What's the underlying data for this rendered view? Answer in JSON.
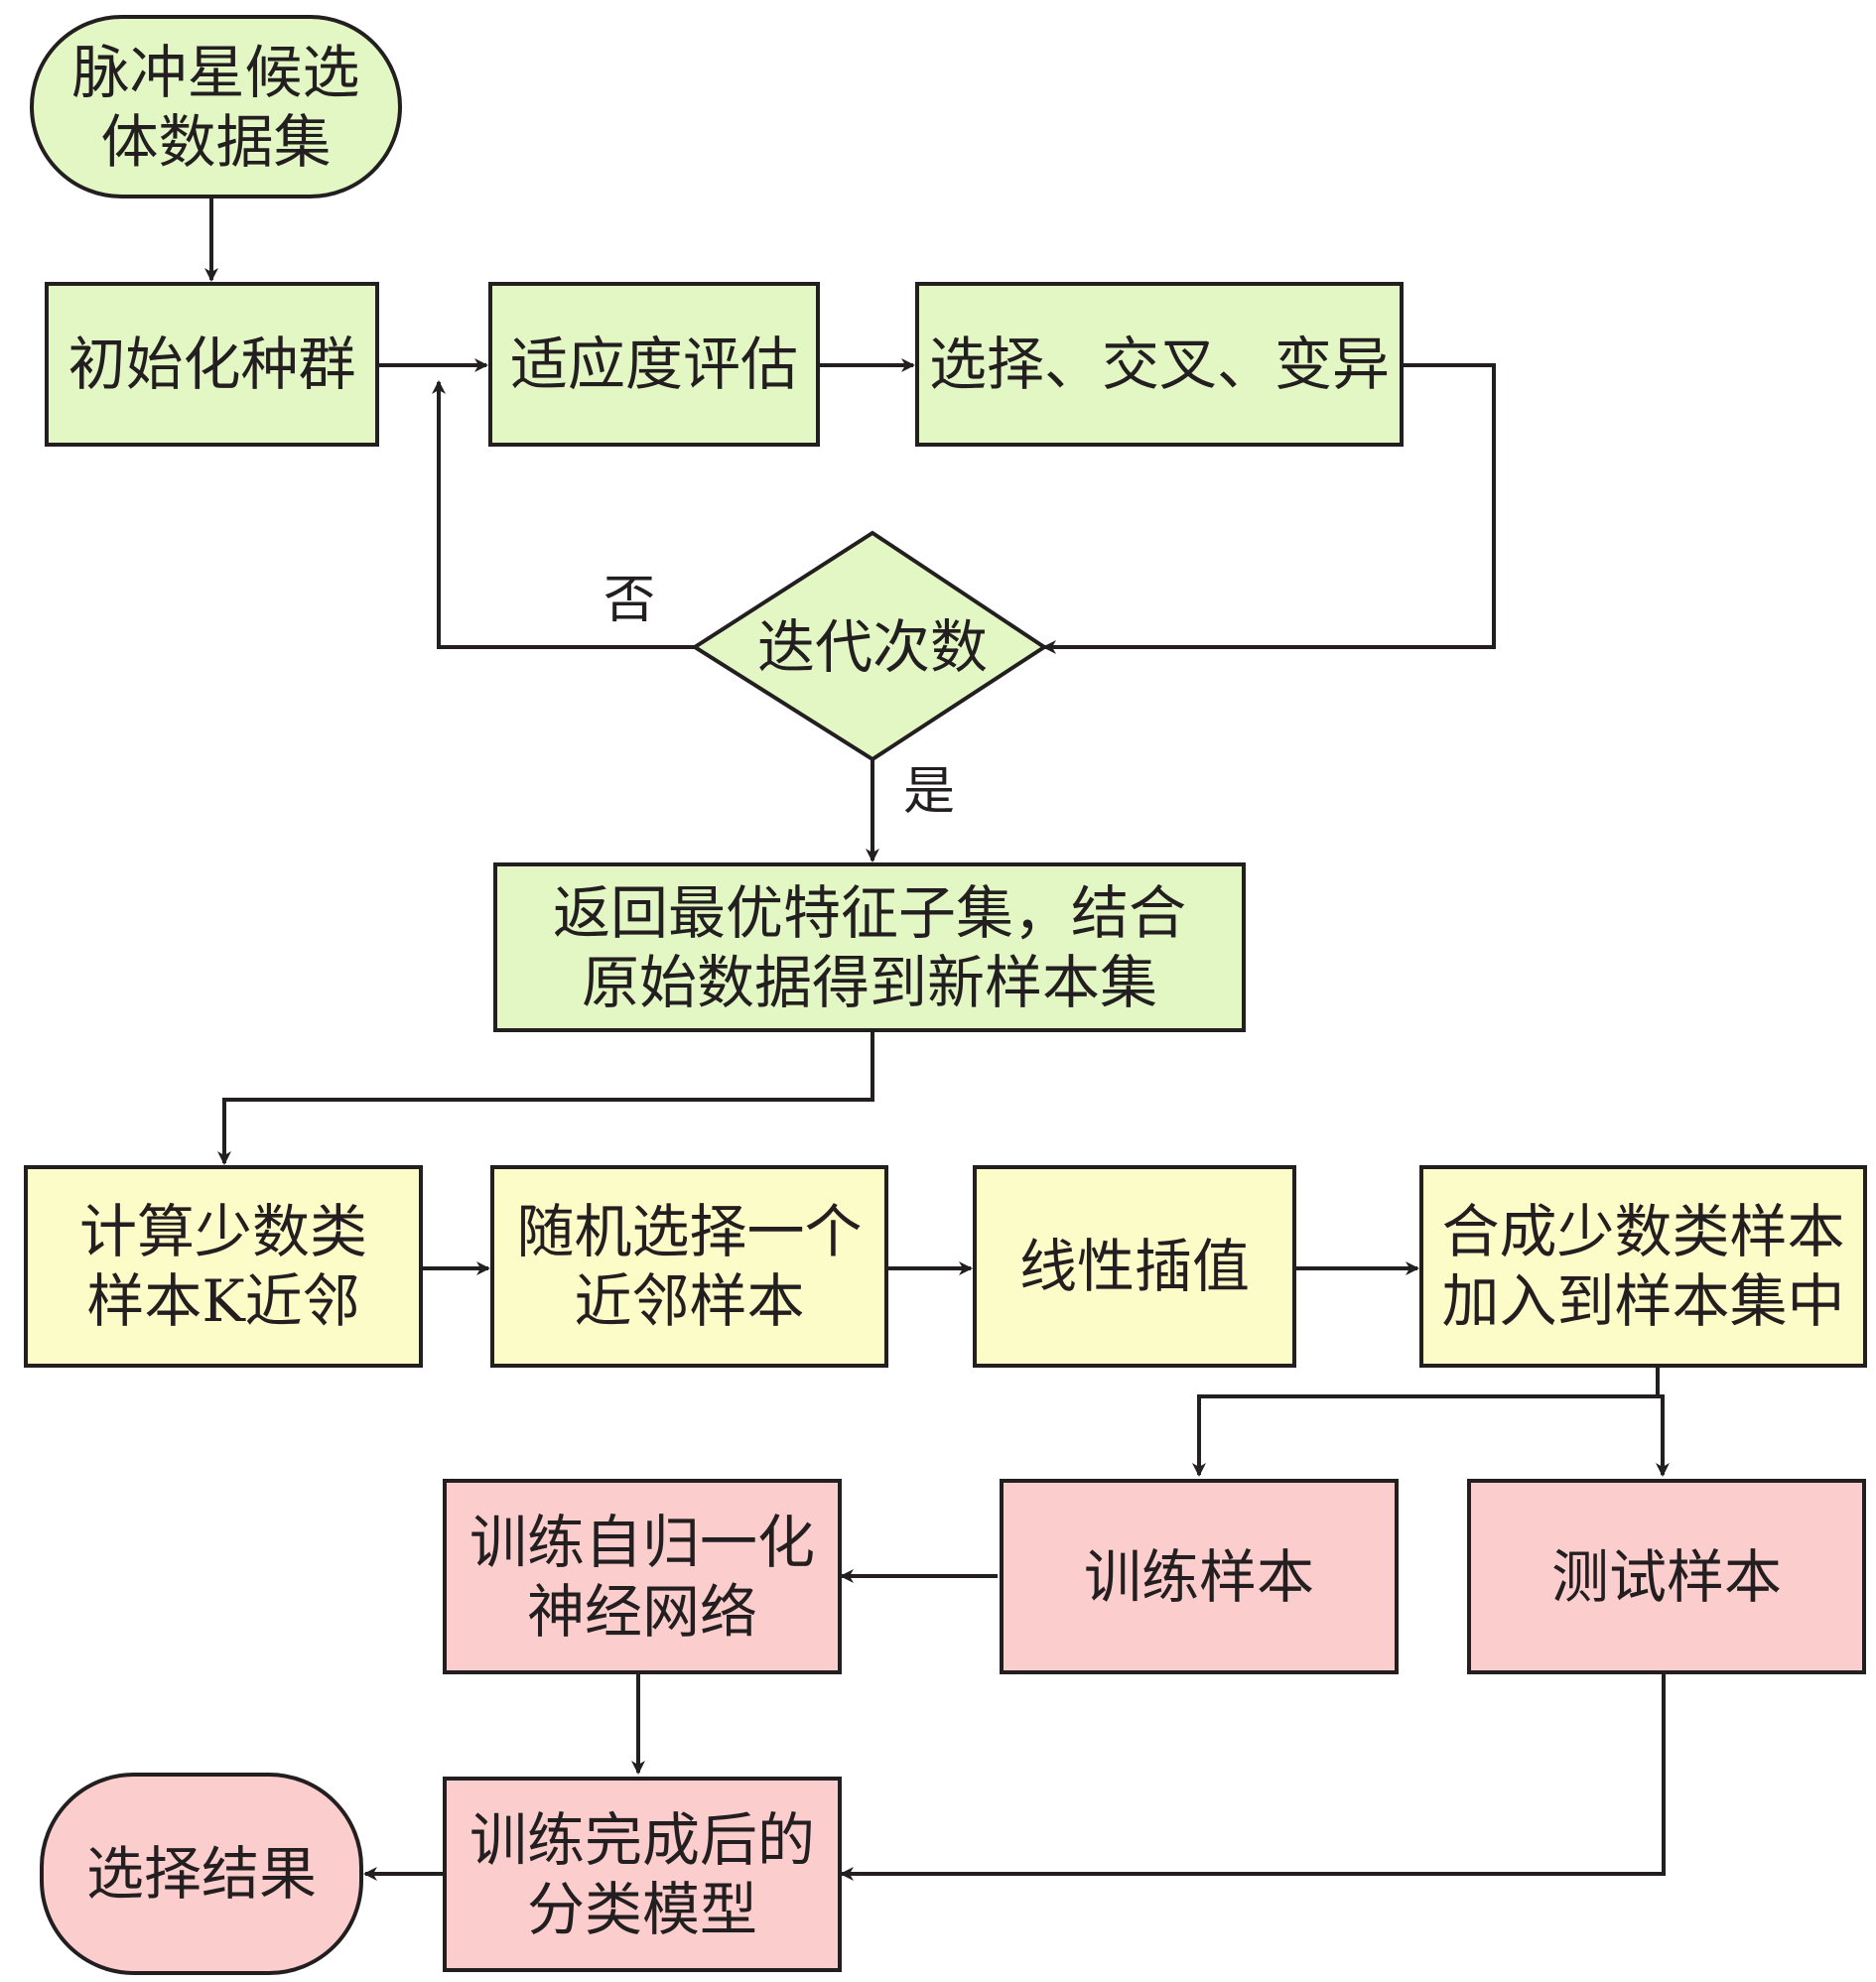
{
  "nodes": {
    "dataset": [
      "脉冲星候选",
      "体数据集"
    ],
    "init": [
      "初始化种群"
    ],
    "fitness": [
      "适应度评估"
    ],
    "genetic": [
      "选择、交叉、变异"
    ],
    "iter": [
      "迭代次数"
    ],
    "best_subset": [
      "返回最优特征子集，结合",
      "原始数据得到新样本集"
    ],
    "knn": [
      "计算少数类",
      "样本K近邻"
    ],
    "random": [
      "随机选择一个",
      "近邻样本"
    ],
    "interp": [
      "线性插值"
    ],
    "synth": [
      "合成少数类样本",
      "加入到样本集中"
    ],
    "train_sample": [
      "训练样本"
    ],
    "test_sample": [
      "测试样本"
    ],
    "train_snn": [
      "训练自归一化",
      "神经网络"
    ],
    "model": [
      "训练完成后的",
      "分类模型"
    ],
    "result": [
      "选择结果"
    ]
  },
  "edge_labels": {
    "no": "否",
    "yes": "是"
  },
  "colors": {
    "green": "#e3f7c4",
    "yellow": "#fcfcc8",
    "pink": "#fccdcd",
    "stroke": "#231f20"
  }
}
